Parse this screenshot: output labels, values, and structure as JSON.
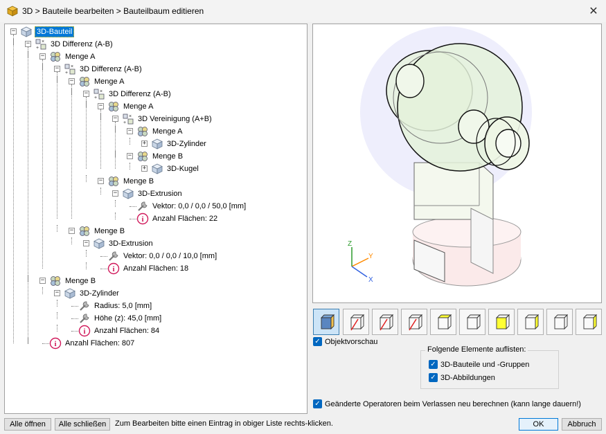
{
  "window": {
    "title": "3D > Bauteile bearbeiten > Bauteilbaum editieren",
    "close_glyph": "✕"
  },
  "tree": [
    {
      "label": "3D-Bauteil",
      "icon": "cube-icon",
      "selected": true
    },
    {
      "label": "3D Differenz (A-B)",
      "icon": "boolean-op-icon"
    },
    {
      "label": "Menge A",
      "icon": "set-icon"
    },
    {
      "label": "3D Differenz (A-B)",
      "icon": "boolean-op-icon"
    },
    {
      "label": "Menge A",
      "icon": "set-icon"
    },
    {
      "label": "3D Differenz (A-B)",
      "icon": "boolean-op-icon"
    },
    {
      "label": "Menge A",
      "icon": "set-icon"
    },
    {
      "label": "3D Vereinigung (A+B)",
      "icon": "boolean-op-icon"
    },
    {
      "label": "Menge A",
      "icon": "set-icon"
    },
    {
      "label": "3D-Zylinder",
      "icon": "cube-icon"
    },
    {
      "label": "Menge B",
      "icon": "set-icon"
    },
    {
      "label": "3D-Kugel",
      "icon": "cube-icon"
    },
    {
      "label": "Menge B",
      "icon": "set-icon"
    },
    {
      "label": "3D-Extrusion",
      "icon": "cube-icon"
    },
    {
      "label": "Vektor: 0,0 / 0,0 / 50,0 [mm]",
      "icon": "wrench-icon"
    },
    {
      "label": "Anzahl Flächen: 22",
      "icon": "info-icon"
    },
    {
      "label": "Menge B",
      "icon": "set-icon"
    },
    {
      "label": "3D-Extrusion",
      "icon": "cube-icon"
    },
    {
      "label": "Vektor: 0,0 / 0,0 / 10,0 [mm]",
      "icon": "wrench-icon"
    },
    {
      "label": "Anzahl Flächen: 18",
      "icon": "info-icon"
    },
    {
      "label": "Menge B",
      "icon": "set-icon"
    },
    {
      "label": "3D-Zylinder",
      "icon": "cube-icon"
    },
    {
      "label": "Radius: 5,0 [mm]",
      "icon": "wrench-icon"
    },
    {
      "label": "Höhe (z): 45,0 [mm]",
      "icon": "wrench-icon"
    },
    {
      "label": "Anzahl Flächen: 84",
      "icon": "info-icon"
    },
    {
      "label": "Anzahl Flächen: 807",
      "icon": "info-icon"
    }
  ],
  "preview": {
    "axis_labels": {
      "z": "Z",
      "y": "Y",
      "x": "X"
    }
  },
  "view_buttons": [
    {
      "name": "view-iso-button"
    },
    {
      "name": "view-front-left-button"
    },
    {
      "name": "view-front-right-button"
    },
    {
      "name": "view-right-button"
    },
    {
      "name": "view-top-button"
    },
    {
      "name": "view-back-button"
    },
    {
      "name": "view-front-button"
    },
    {
      "name": "view-left-button"
    },
    {
      "name": "view-side-button"
    },
    {
      "name": "view-bottom-button"
    }
  ],
  "options": {
    "objektvorschau": "Objektvorschau",
    "group_title": "Folgende Elemente auflisten:",
    "bauteile": "3D-Bauteile und -Gruppen",
    "abbildungen": "3D-Abbildungen",
    "recalc": "Geänderte Operatoren beim Verlassen neu berechnen (kann lange dauern!)"
  },
  "footer": {
    "open_all": "Alle öffnen",
    "close_all": "Alle schließen",
    "status": "Zum Bearbeiten bitte einen Eintrag in obiger Liste rechts-klicken.",
    "ok": "OK",
    "cancel": "Abbruch"
  },
  "colors": {
    "accent": "#0067c0",
    "selection": "#0078d7",
    "face_yellow": "#ffff33"
  }
}
